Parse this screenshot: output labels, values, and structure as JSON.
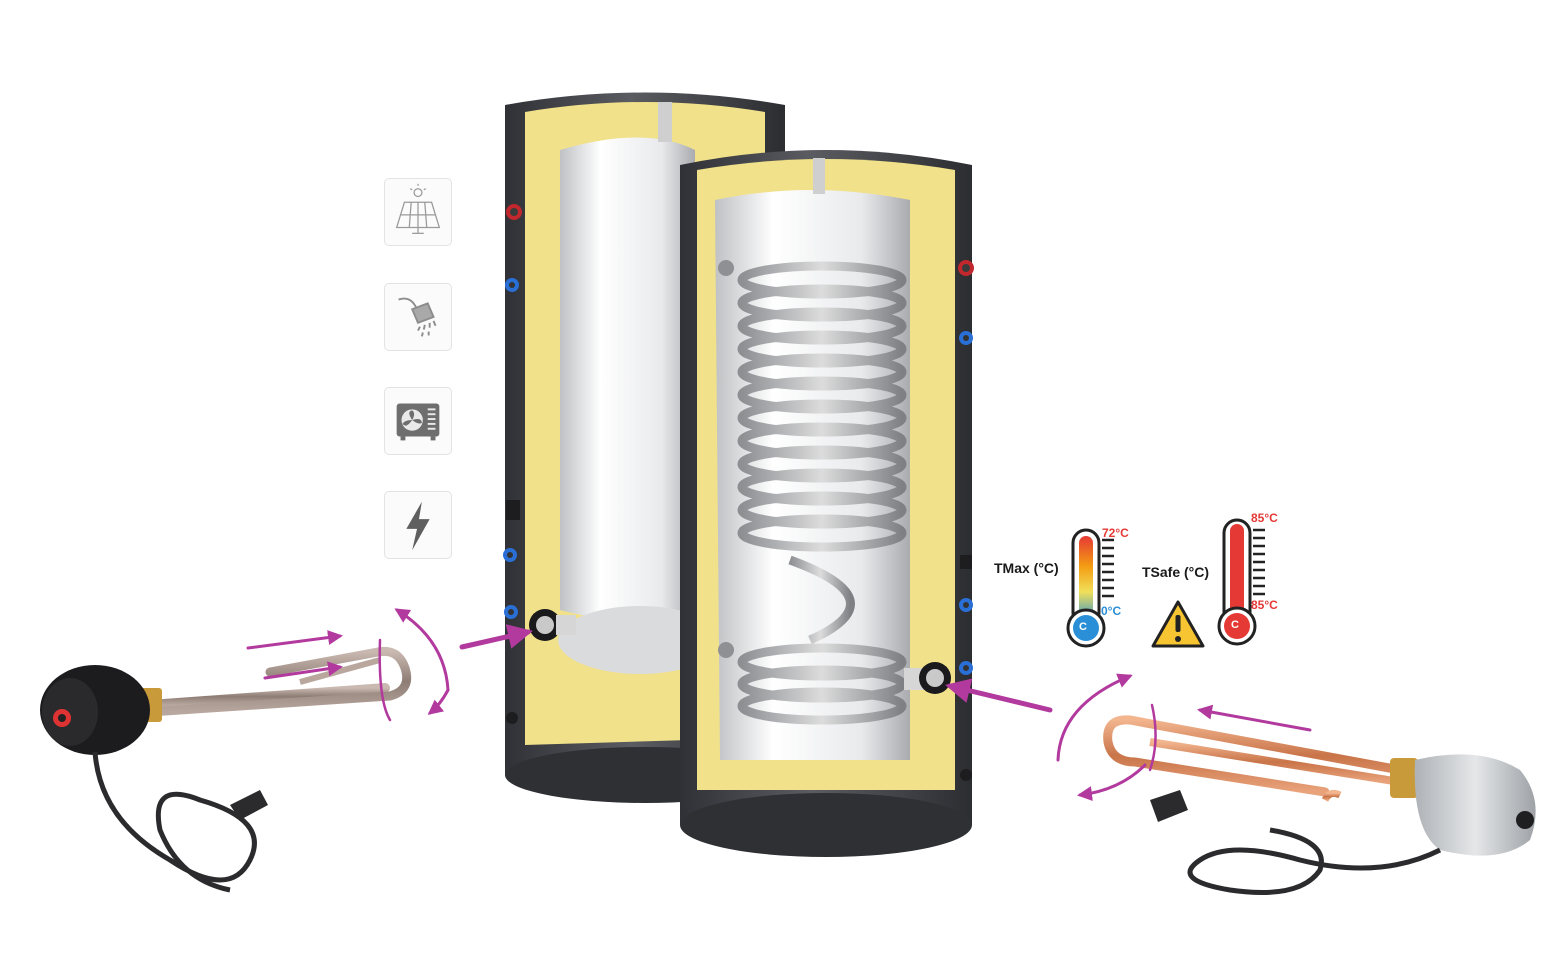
{
  "source_icons": {
    "solar": "solar-panel-icon",
    "shower": "shower-icon",
    "heat_pump": "heat-pump-icon",
    "electric": "lightning-icon"
  },
  "thermostat_max": {
    "label": "TMax (°C)",
    "high": "72°C",
    "low": "0°C",
    "badge": "C"
  },
  "thermostat_safe": {
    "label": "TSafe (°C)",
    "high": "85°C",
    "low": "85°C",
    "badge": "C",
    "warning_icon": "warning-triangle-icon"
  },
  "colors": {
    "arrow": "#b23a9e",
    "insulation": "#f0e18a",
    "tank_shell": "#4b4d52",
    "hot": "#e53935",
    "cold": "#2a8fd6",
    "copper": "#d98a5e"
  }
}
